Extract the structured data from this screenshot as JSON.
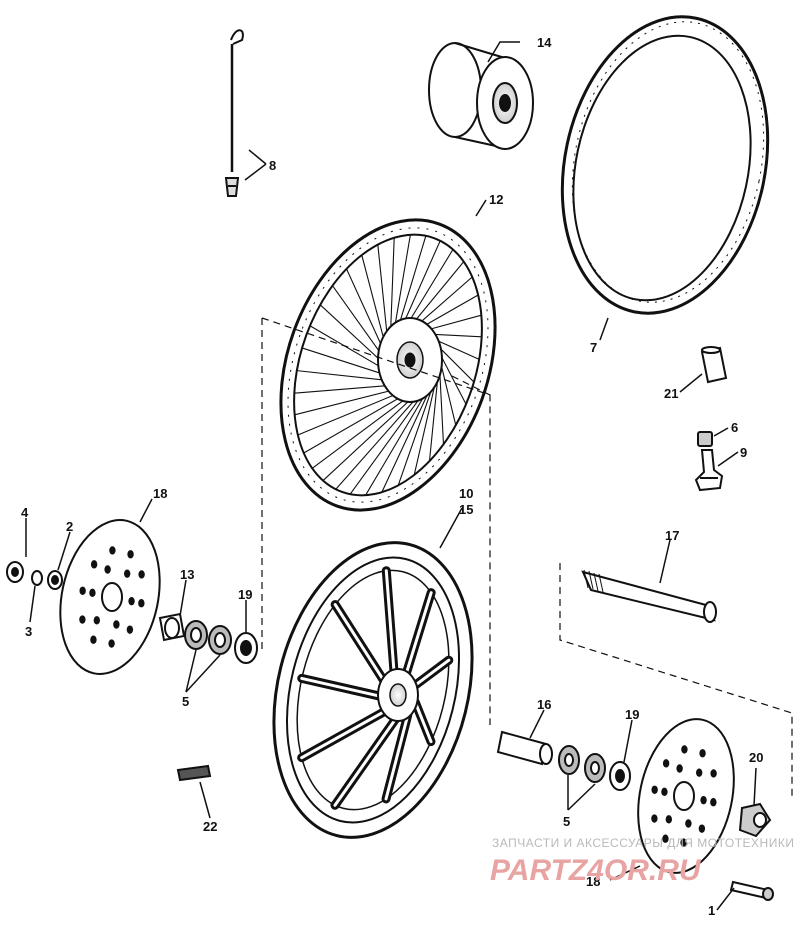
{
  "diagram": {
    "callouts": [
      {
        "id": "c14",
        "text": "14"
      },
      {
        "id": "c8",
        "text": "8"
      },
      {
        "id": "c12",
        "text": "12"
      },
      {
        "id": "c7",
        "text": "7"
      },
      {
        "id": "c21",
        "text": "21"
      },
      {
        "id": "c6",
        "text": "6"
      },
      {
        "id": "c9",
        "text": "9"
      },
      {
        "id": "c18a",
        "text": "18"
      },
      {
        "id": "c4",
        "text": "4"
      },
      {
        "id": "c2",
        "text": "2"
      },
      {
        "id": "c3",
        "text": "3"
      },
      {
        "id": "c13",
        "text": "13"
      },
      {
        "id": "c19a",
        "text": "19"
      },
      {
        "id": "c5a",
        "text": "5"
      },
      {
        "id": "c10",
        "text": "10"
      },
      {
        "id": "c15",
        "text": "15"
      },
      {
        "id": "c17",
        "text": "17"
      },
      {
        "id": "c16",
        "text": "16"
      },
      {
        "id": "c19b",
        "text": "19"
      },
      {
        "id": "c5b",
        "text": "5"
      },
      {
        "id": "c20",
        "text": "20"
      },
      {
        "id": "c22",
        "text": "22"
      },
      {
        "id": "c18b",
        "text": "18"
      },
      {
        "id": "c1",
        "text": "1"
      }
    ],
    "watermark": {
      "text": "ЗАПЧАСТИ И АКСЕССУАРЫ ДЛЯ МОТОТЕХНИКИ",
      "logo": "PARTZ4OR.RU"
    }
  }
}
